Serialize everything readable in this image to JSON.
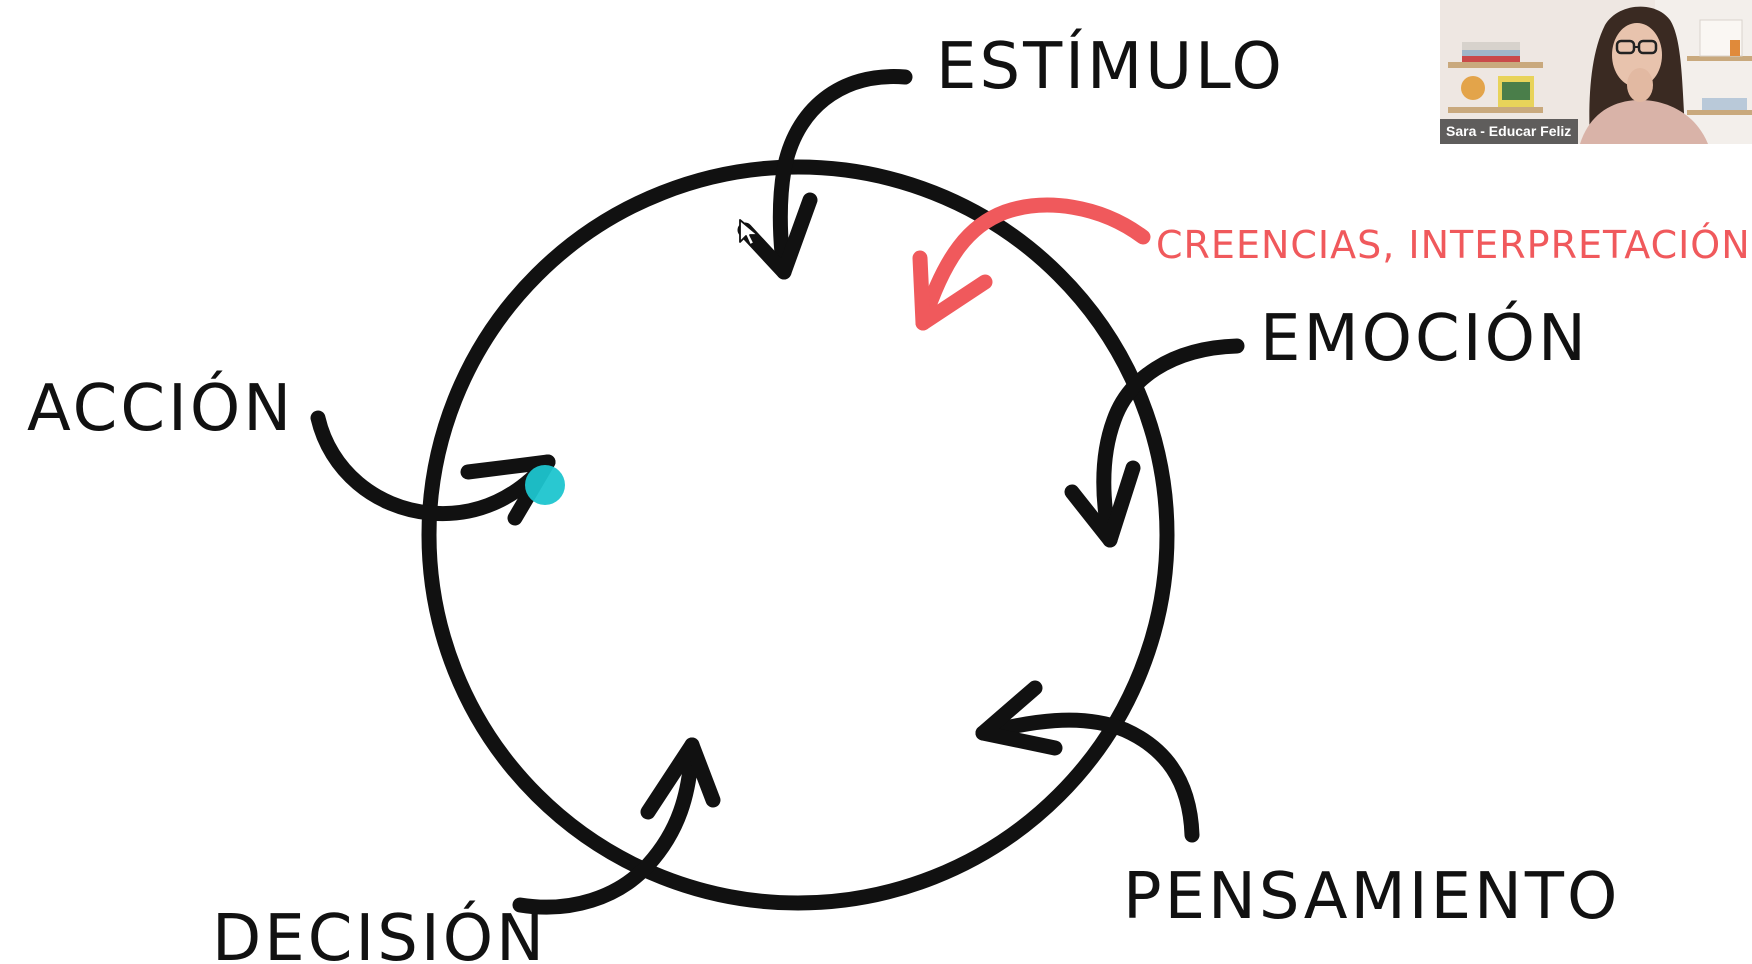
{
  "diagram": {
    "labels": {
      "estimulo": "ESTÍMULO",
      "creencias": "CREENCIAS, INTERPRETACIÓN...",
      "emocion": "EMOCIÓN",
      "pensamiento": "PENSAMIENTO",
      "decision": "DECISIÓN",
      "accion": "ACCIÓN"
    },
    "colors": {
      "ink": "#111111",
      "highlight": "#f0595c",
      "pointer_dot": "#1ec5cf",
      "background": "#ffffff"
    }
  },
  "video": {
    "participant_name": "Sara - Educar Feliz"
  },
  "icons": {
    "mouse_cursor": "mouse-cursor-icon",
    "laser_pointer": "laser-pointer-dot"
  }
}
